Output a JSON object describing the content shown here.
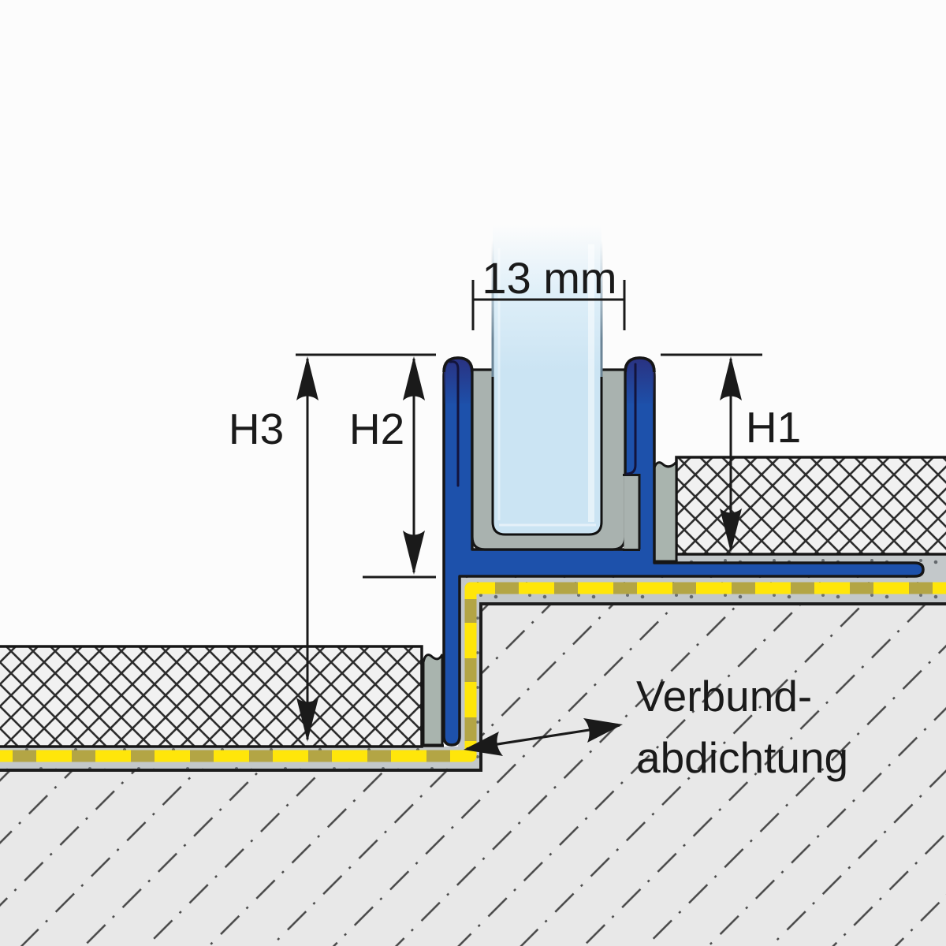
{
  "diagram": {
    "type": "technical-cross-section",
    "subject": "glass-partition-floor-profile-with-bonded-waterproofing"
  },
  "annotations": {
    "width_label": "13 mm",
    "h3_label": "H3",
    "h2_label": "H2",
    "h1_label": "H1",
    "callout_line1": "Verbund-",
    "callout_line2": "abdichtung"
  },
  "colors": {
    "background": "#fcfcfc",
    "profile_blue": "#1d51ab",
    "profile_navy": "#2a3180",
    "glass_blue": "#cbe4f3",
    "channel_gray": "#a9b2af",
    "spacer_gray": "#a9b4ae",
    "mortar_gray": "#c3c8ca",
    "tile_fill": "#f1f1f1",
    "substrate_fill": "#e8e8e8",
    "waterproofing_yellow": "#ffe60a",
    "waterproofing_olive": "#b3a545",
    "line_black": "#1a1a1a"
  }
}
